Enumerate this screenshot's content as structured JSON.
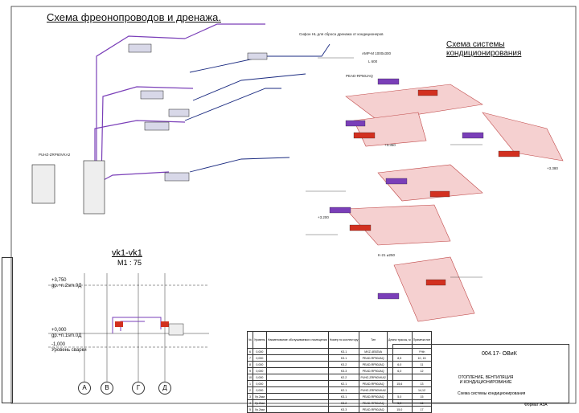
{
  "titles": {
    "left": "Схема фреонопроводов и дренажа.",
    "right": "Схема системы кондиционирования",
    "section": "vk1-vk1",
    "scale": "M1 : 75"
  },
  "levels": [
    {
      "value": "+3,750",
      "note": "gp.+n.2sm.0Д"
    },
    {
      "value": "+0,000",
      "note": "gp.+n.1sm.0Д"
    },
    {
      "value": "-1,000",
      "note": "Уровень сварки"
    }
  ],
  "axes": [
    "А",
    "В",
    "Г",
    "Д"
  ],
  "callouts": [
    "Сифон HL для сброса дренажа от кондиционеров",
    "AMP-M 1000x300",
    "L 600",
    "PEAD-RP50JAQ",
    "PUHZ-ZRP60VKA2",
    "K-21 ⌀250",
    "+3.350",
    "+3.380",
    "+3.200"
  ],
  "table": {
    "headers": [
      "№",
      "Уровень",
      "Наименование обслуживаемого помещения",
      "Номер по коллектору",
      "Тип",
      "Длина трассы, м",
      "Примеча ние"
    ],
    "rows": [
      [
        "6",
        "0,000",
        "",
        "K3.1",
        "MXZ-4E83VA",
        "",
        "Y%h"
      ],
      [
        "7",
        "0,000",
        "",
        "K3.1",
        "PEAD-RP50JAQ",
        "8,5",
        "10, 15"
      ],
      [
        "8",
        "0,000",
        "",
        "K3.2",
        "PEAD-RP50JAQ",
        "6,0",
        "11"
      ],
      [
        "9",
        "0,000",
        "",
        "K3.3",
        "PEAD-RP50JAQ",
        "6,0",
        "12"
      ],
      [
        "10",
        "0,000",
        "",
        "K2.2",
        "PUHZ-ZRP60VKA2",
        "",
        ""
      ],
      [
        "1",
        "0,000",
        "",
        "K2.1",
        "PEAD-RP50JAQ",
        "15,6",
        "13"
      ],
      [
        "2",
        "0,000",
        "",
        "K2.1",
        "PUHZ-ZRP60VKA2",
        "",
        "14,12"
      ],
      [
        "3",
        "Ур.2мм",
        "",
        "K3.1",
        "PEAD-RP50JAQ",
        "5,0",
        "15"
      ],
      [
        "4",
        "Ур.2мм",
        "",
        "K3.2",
        "PEAD-RP50JAQ",
        "5,0",
        "16"
      ],
      [
        "5",
        "Ур.2мм",
        "",
        "K3.3",
        "PEAD-RP50JAQ",
        "15,0",
        "17"
      ]
    ]
  },
  "stamp": {
    "code": "004.17- ОВиК",
    "name1": "ОТОПЛЕНИЕ, ВЕНТИЛЯЦИЯ И КОНДИЦИОНИРОВАНИЕ",
    "name2": "Схема системы кондиционирования"
  },
  "format": "Формат А3А",
  "colors": {
    "purple": "#7a3fb8",
    "navy": "#1a2a80",
    "red": "#d23020",
    "pink": "#e8a3a3"
  }
}
